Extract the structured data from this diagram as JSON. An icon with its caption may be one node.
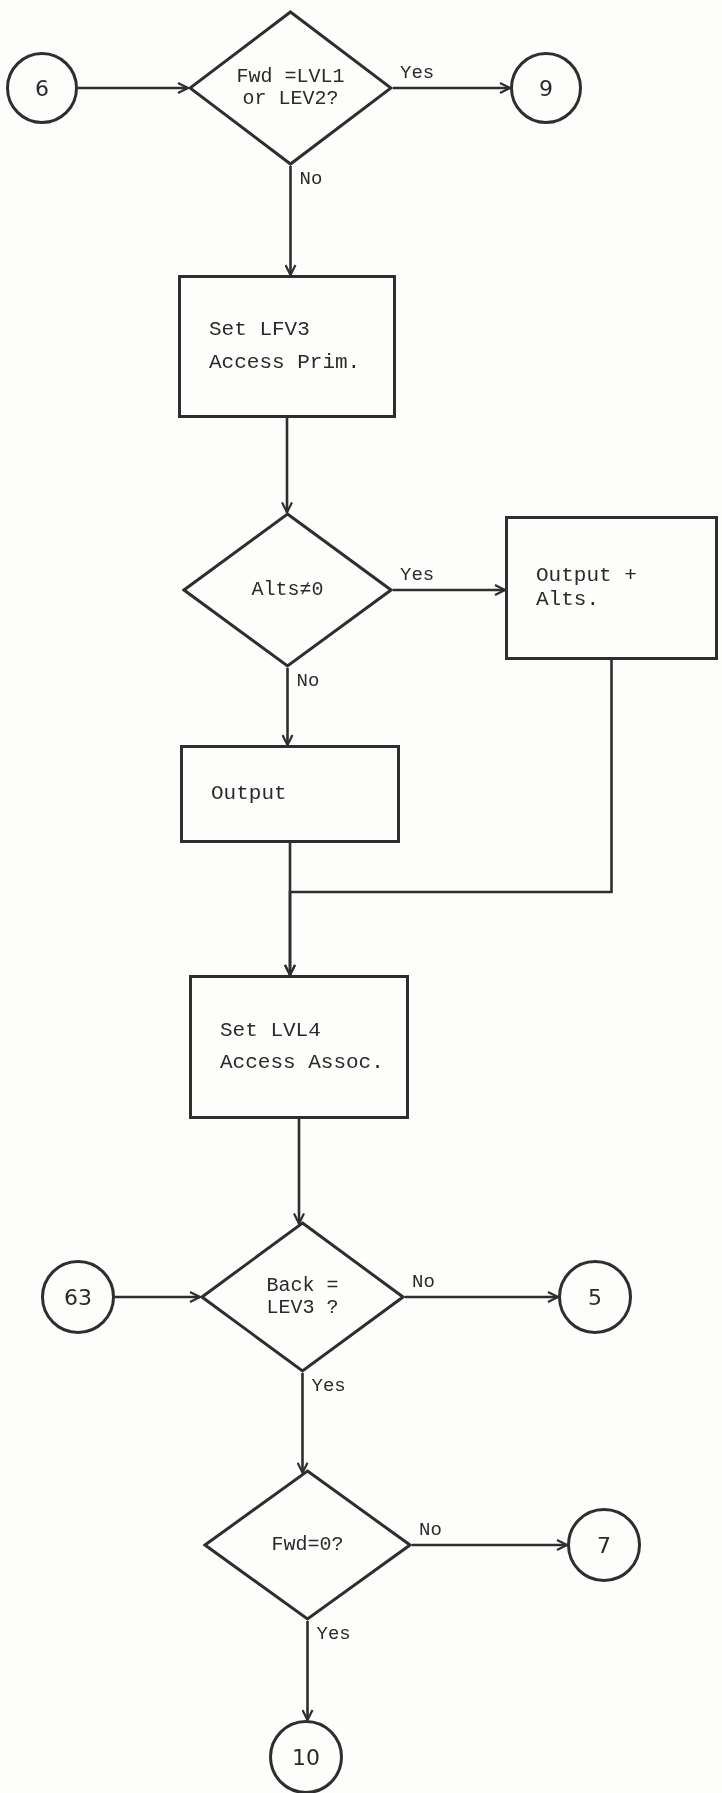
{
  "diagram": {
    "nodes": [
      {
        "text": [
          "6"
        ]
      },
      {
        "text": [
          "Fwd =LVL1 or LEV2?"
        ]
      },
      {
        "text": [
          "9"
        ]
      },
      {
        "text": [
          "Set LFV3",
          "Access Prim."
        ]
      },
      {
        "text": [
          "Alts≠0"
        ]
      },
      {
        "text": [
          "Output + Alts."
        ]
      },
      {
        "text": [
          "Output"
        ]
      },
      {
        "text": [
          "Set LVL4",
          "Access Assoc."
        ]
      },
      {
        "text": [
          "63"
        ]
      },
      {
        "text": [
          "Back = LEV3 ?"
        ]
      },
      {
        "text": [
          "5"
        ]
      },
      {
        "text": [
          "Fwd=0?"
        ]
      },
      {
        "text": [
          "7"
        ]
      },
      {
        "text": [
          "10"
        ]
      }
    ],
    "edges": [
      {
        "from": 0,
        "to": 1,
        "arrow": "to"
      },
      {
        "from": 1,
        "to": 2,
        "arrow": "to",
        "label": "Yes"
      },
      {
        "from": 1,
        "to": 3,
        "arrow": "to",
        "label": "No"
      },
      {
        "from": 3,
        "to": 4,
        "arrow": "to"
      },
      {
        "from": 4,
        "to": 5,
        "arrow": "to",
        "label": "Yes"
      },
      {
        "from": 4,
        "to": 6,
        "arrow": "to",
        "label": "No"
      },
      {
        "from": 6,
        "to": 7,
        "arrow": "to"
      },
      {
        "from": 5,
        "to": 7,
        "arrow": "to"
      },
      {
        "from": 7,
        "to": 9,
        "arrow": "to"
      },
      {
        "from": 8,
        "to": 9,
        "arrow": "to"
      },
      {
        "from": 9,
        "to": 10,
        "arrow": "to",
        "label": "No"
      },
      {
        "from": 9,
        "to": 11,
        "arrow": "to",
        "label": "Yes"
      },
      {
        "from": 11,
        "to": 12,
        "arrow": "to",
        "label": "No"
      },
      {
        "from": 11,
        "to": 13,
        "arrow": "to",
        "label": "Yes"
      }
    ]
  }
}
